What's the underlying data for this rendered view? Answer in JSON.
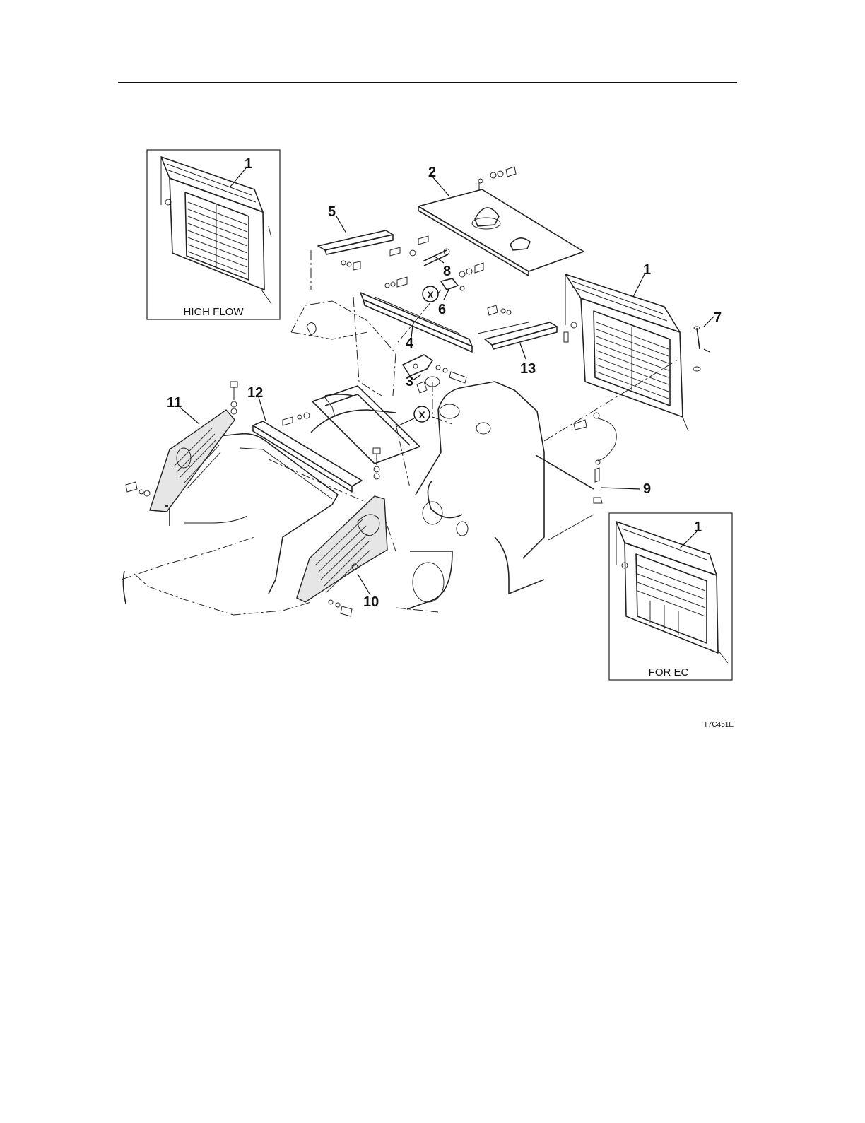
{
  "inset_captions": {
    "high_flow": "HIGH FLOW",
    "for_ec": "FOR EC"
  },
  "callouts": {
    "c1_inset_high_flow": "1",
    "c1_main": "1",
    "c1_inset_ec": "1",
    "c2": "2",
    "c3": "3",
    "c4": "4",
    "c5": "5",
    "c6": "6",
    "c7": "7",
    "c8": "8",
    "c9": "9",
    "c10": "10",
    "c11": "11",
    "c12": "12",
    "c13": "13",
    "x_marker_1": "X",
    "x_marker_2": "X"
  },
  "figure_id": "T7C451E"
}
